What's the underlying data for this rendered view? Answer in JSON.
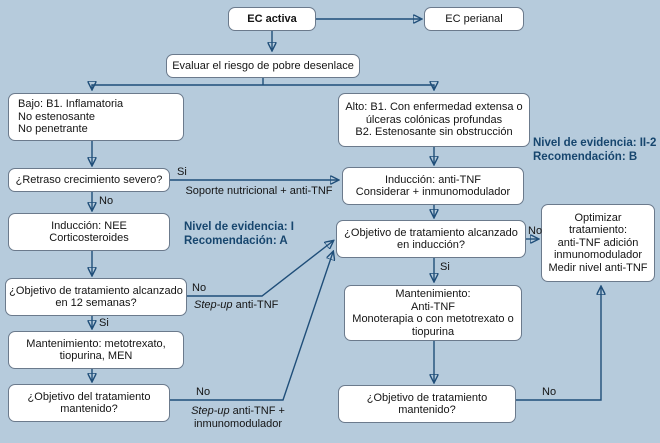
{
  "colors": {
    "background": "#b6cbdc",
    "arrow": "#1f4e79",
    "box_border": "#6b7a8c",
    "box_fill": "#ffffff",
    "evidence_text": "#17466e"
  },
  "nodes": {
    "ec_activa": "EC activa",
    "ec_perianal": "EC perianal",
    "evaluar": "Evaluar el riesgo de pobre desenlace",
    "bajo": "Bajo: B1. Inflamatoria\nNo estenosante\nNo penetrante",
    "alto": "Alto: B1. Con enfermedad extensa o\núlceras colónicas profundas\nB2. Estenosante sin obstrucción",
    "retraso": "¿Retraso crecimiento severo?",
    "induccion_nee": "Inducción: NEE\nCorticosteroides",
    "objetivo_12_semanas": "¿Objetivo de tratamiento alcanzado\nen 12 semanas?",
    "mantenimiento_izq": "Mantenimiento: metotrexato,\ntiopurina, MEN",
    "objetivo_mantenido_izq": "¿Objetivo del tratamiento\nmantenido?",
    "induccion_tnf": "Inducción: anti-TNF\nConsiderar + inmunomodulador",
    "objetivo_induccion": "¿Objetivo de tratamiento alcanzado\nen inducción?",
    "mantenimiento_der": "Mantenimiento:\nAnti-TNF\nMonoterapia o con metotrexato o\ntiopurina",
    "objetivo_mantenido_der": "¿Objetivo de tratamiento\nmantenido?",
    "optimizar": "Optimizar\ntratamiento:\nanti-TNF adición\ninmunomodulador\nMedir nivel anti-TNF"
  },
  "annotations": {
    "soporte": "Soporte nutricional + anti-TNF",
    "evidencia_izq": "Nivel de evidencia: I\nRecomendación: A",
    "evidencia_der": "Nivel de evidencia: II-2\nRecomendación: B",
    "step_up_1": {
      "italic": "Step-up",
      "rest": " anti-TNF"
    },
    "step_up_2": {
      "italic": "Step-up",
      "rest": " anti-TNF +\ninmunomodulador"
    }
  },
  "labels": {
    "si": "Si",
    "no": "No"
  }
}
